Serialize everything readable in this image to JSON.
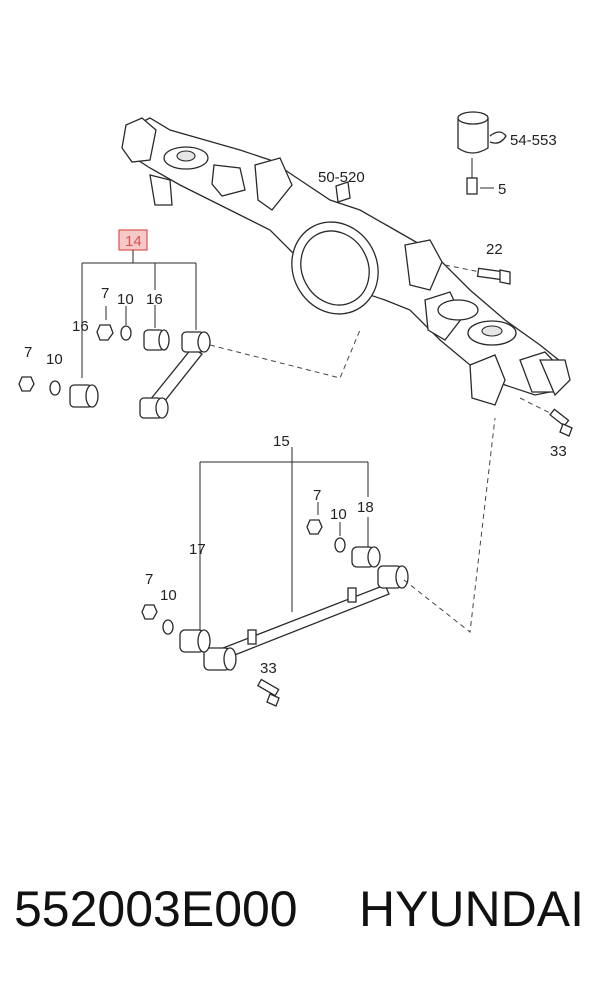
{
  "diagram": {
    "callouts": {
      "c14": "14",
      "c7a": "7",
      "c10a": "10",
      "c16a": "16",
      "c16b": "16",
      "c7b": "7",
      "c10b": "10",
      "c50_520": "50-520",
      "c54_553": "54-553",
      "c5": "5",
      "c22": "22",
      "c33a": "33",
      "c15": "15",
      "c7c": "7",
      "c10c": "10",
      "c18": "18",
      "c17": "17",
      "c7d": "7",
      "c10d": "10",
      "c33b": "33"
    },
    "highlight_color": "#d9534f",
    "highlight_fill": "#f6c9c9"
  },
  "footer": {
    "part_number": "552003E000",
    "brand": "HYUNDAI"
  }
}
